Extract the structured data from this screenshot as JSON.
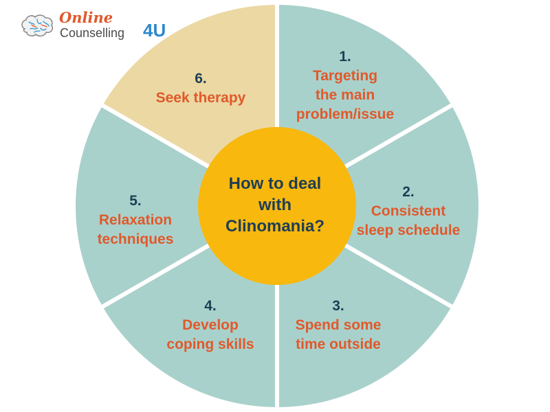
{
  "logo": {
    "word1": "Online",
    "word2": "Counselling",
    "word3": "4U",
    "icon": "brain-icon"
  },
  "center": {
    "text": "How to deal\nwith\nClinomania?"
  },
  "segments": [
    {
      "number": "1.",
      "text": "Targeting\nthe main\nproblem/issue"
    },
    {
      "number": "2.",
      "text": "Consistent\nsleep schedule"
    },
    {
      "number": "3.",
      "text": "Spend some\ntime outside"
    },
    {
      "number": "4.",
      "text": "Develop\ncoping skills"
    },
    {
      "number": "5.",
      "text": "Relaxation\ntechniques"
    },
    {
      "number": "6.",
      "text": "Seek therapy"
    }
  ],
  "colors": {
    "segment": "#a9d1cc",
    "segment_highlight": "#ecd8a3",
    "center": "#f8b80d",
    "number": "#1d3f55",
    "label": "#e0592a",
    "center_text": "#1e3e55"
  }
}
